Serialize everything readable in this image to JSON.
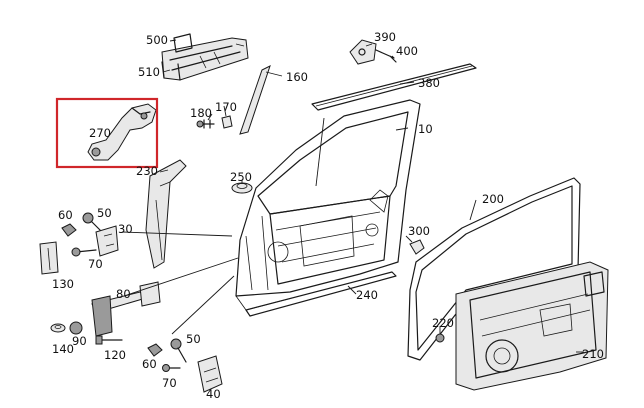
{
  "diagram": {
    "highlight_color": "#d0262a",
    "callouts": [
      {
        "id": "p500",
        "text": "500"
      },
      {
        "id": "p510",
        "text": "510"
      },
      {
        "id": "p390",
        "text": "390"
      },
      {
        "id": "p400",
        "text": "400"
      },
      {
        "id": "p160",
        "text": "160"
      },
      {
        "id": "p380",
        "text": "380"
      },
      {
        "id": "p270",
        "text": "270"
      },
      {
        "id": "p180",
        "text": "180"
      },
      {
        "id": "p170",
        "text": "170"
      },
      {
        "id": "p10",
        "text": "10"
      },
      {
        "id": "p230",
        "text": "230"
      },
      {
        "id": "p250",
        "text": "250"
      },
      {
        "id": "p200",
        "text": "200"
      },
      {
        "id": "p60a",
        "text": "60"
      },
      {
        "id": "p50a",
        "text": "50"
      },
      {
        "id": "p30",
        "text": "30"
      },
      {
        "id": "p300",
        "text": "300"
      },
      {
        "id": "p70a",
        "text": "70"
      },
      {
        "id": "p130",
        "text": "130"
      },
      {
        "id": "p80",
        "text": "80"
      },
      {
        "id": "p240",
        "text": "240"
      },
      {
        "id": "p220",
        "text": "220"
      },
      {
        "id": "p90",
        "text": "90"
      },
      {
        "id": "p140",
        "text": "140"
      },
      {
        "id": "p120",
        "text": "120"
      },
      {
        "id": "p50b",
        "text": "50"
      },
      {
        "id": "p60b",
        "text": "60"
      },
      {
        "id": "p70b",
        "text": "70"
      },
      {
        "id": "p40",
        "text": "40"
      },
      {
        "id": "p210",
        "text": "210"
      }
    ]
  }
}
